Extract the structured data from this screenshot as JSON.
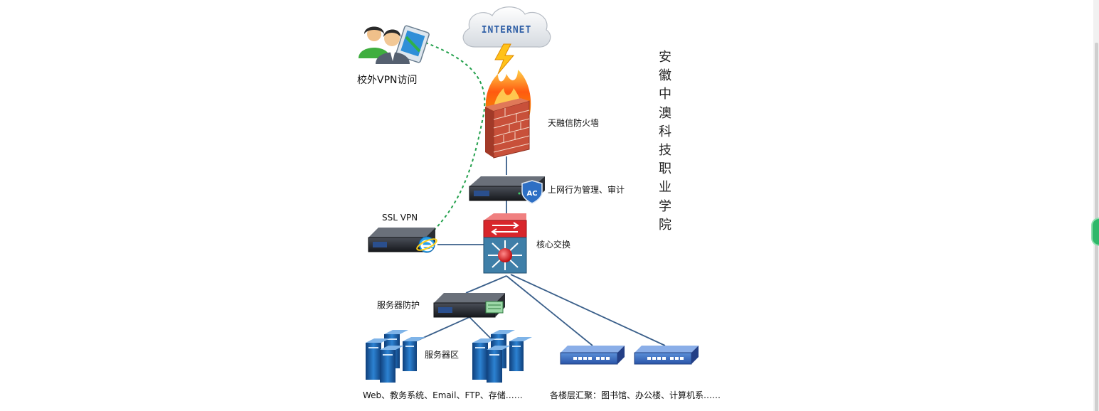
{
  "title_chars": [
    "安",
    "徽",
    "中",
    "澳",
    "科",
    "技",
    "职",
    "业",
    "学",
    "院"
  ],
  "nodes": {
    "internet": "INTERNET",
    "vpn_remote": "校外VPN访问",
    "firewall": "天融信防火墙",
    "ac": "上网行为管理、审计",
    "ac_badge": "AC",
    "ssl_vpn": "SSL VPN",
    "core_switch": "核心交换",
    "server_protect": "服务器防护",
    "server_zone": "服务器区",
    "server_caption": "Web、教务系统、Email、FTP、存储……",
    "floor_caption": "各楼层汇聚：图书馆、办公楼、计算机系……"
  },
  "colors": {
    "link": "#3a5f8a",
    "vpn_tunnel": "#23a04c",
    "brick": "#c8503a",
    "switch_top": "#d8262b",
    "switch_body": "#3f7fa8",
    "access_switch": "#2f5fb5"
  }
}
